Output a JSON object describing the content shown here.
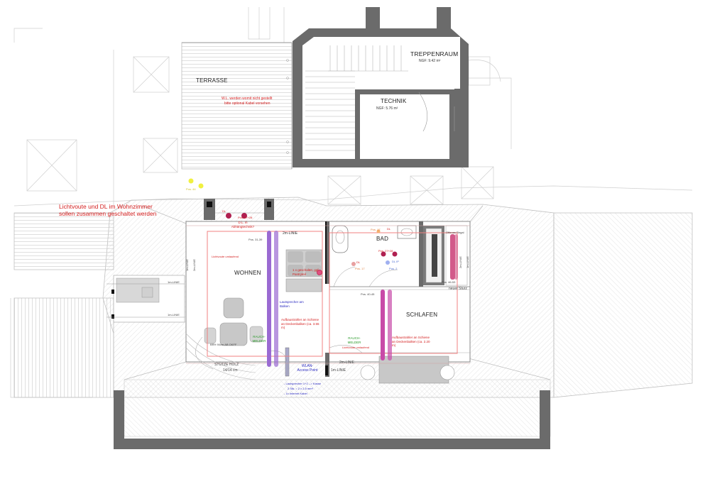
{
  "rooms": {
    "treppenraum": "TREPPENRAUM",
    "treppenraum_area": "NGF: 9.42 m²",
    "technik": "TECHNIK",
    "technik_area": "NGF: 5.76 m²",
    "terrasse": "TERRASSE",
    "wohnen": "WOHNEN",
    "bad": "BAD",
    "schlafen": "SCHLAFEN"
  },
  "notes": {
    "main_note_line1": "Lichtvoute und DL im Wohnzimmer",
    "main_note_line2": "sollen zusammen geschaltet werden",
    "terrasse_note_line1": "W.L. werden womit nicht gestellt",
    "terrasse_note_line2": "bitte optional Kabel vorsehen",
    "dl_top": "DL",
    "dl_top_pos": "Pos. 27+28",
    "dl_abhaengig": "D.L. in Abhängtechnik?",
    "zwei_m_linie": "2m-LINIE",
    "pos_31_39": "Pos. 31-39",
    "lichtvoute_wohnen": "Lichtvoute umlaufend",
    "ein_m_linie": "1m-LINIE",
    "lautsprecher": "Lautsprecher am Balken",
    "geschaltet": "1 x geschaltet, ggf. Pantryteil",
    "aufbaustrahler_wohnen": "Aufbaustrahler an Schiene an Deckenbalken (ca. 3.55 m)",
    "rauchmelder": "RAUCH-MELDER",
    "brh": "BRH 90cm AB OKFF",
    "stuetze": "STÜTZE HOLZ",
    "stuetze_dim": "14/14 cm",
    "wlan": "WLAN-Access Point",
    "kabel_line1": "- Lautsprecher 1+2 --> Kasse",
    "kabel_line2": "2 Stk. = 2 x 2,5 mm²",
    "kabel_line3": "- 1x Internet Kabel",
    "bad_pos_17": "Pos. 17",
    "bad_pos_27_28": "Pos. 27+28",
    "bad_dl": "DL",
    "bad_dl_ip": "DL IP",
    "bad_pos_17b": "Pos. 17",
    "bad_pos_2": "Pos. 2",
    "offenes_regal": "Offenes Regal",
    "pos_40_45": "Pos. 40-45",
    "pos_46_53": "Pos. 46-53",
    "neuer_sturz": "neuer Sturz",
    "aufbaustrahler_schlafen": "Aufbaustrahler an Schiene an Deckenbalken (ca. 2.20 m)",
    "lichtvoute_schlafen": "Lichtvoute umlaufend",
    "pos_terrasse": "Pos. 44"
  },
  "colors": {
    "wall": "#6b6b6b",
    "line": "#b8b8b8",
    "red": "#d42020",
    "purple": "#9a6ad2",
    "magenta": "#c84aa8",
    "crimson": "#b02050",
    "yellow": "#f0f040",
    "green": "#2a9a2a",
    "blue": "#2a2ac0"
  }
}
